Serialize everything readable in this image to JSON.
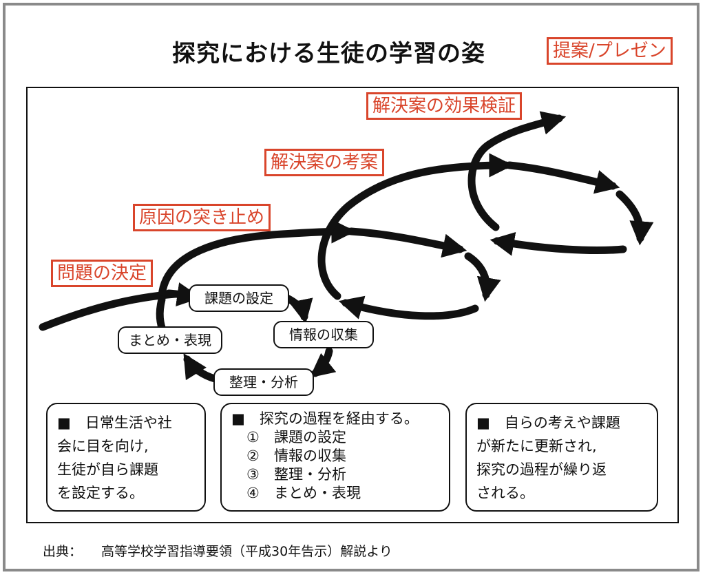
{
  "title": "探究における生徒の学習の姿",
  "labels": {
    "presentation": "提案/プレゼン",
    "effect": "解決案の効果検証",
    "solution": "解決案の考案",
    "cause": "原因の突き止め",
    "problem": "問題の決定"
  },
  "stages": {
    "setting": "課題の設定",
    "collection": "情報の収集",
    "analysis": "整理・分析",
    "summary": "まとめ・表現"
  },
  "notes": {
    "left": {
      "bullet": "■",
      "lines": [
        "日常生活や社",
        "会に目を向け,",
        "生徒が自ら課題",
        "を設定する。"
      ]
    },
    "middle": {
      "bullet": "■",
      "heading": "探究の過程を経由する。",
      "steps": [
        {
          "num": "①",
          "text": "課題の設定"
        },
        {
          "num": "②",
          "text": "情報の収集"
        },
        {
          "num": "③",
          "text": "整理・分析"
        },
        {
          "num": "④",
          "text": "まとめ・表現"
        }
      ]
    },
    "right": {
      "bullet": "■",
      "lines": [
        "自らの考えや課題",
        "が新たに更新され,",
        "探究の過程が繰り返",
        "される。"
      ]
    }
  },
  "source": {
    "prefix": "出典：",
    "text": "高等学校学習指導要領（平成30年告示）解説より"
  },
  "colors": {
    "accent": "#d9452b",
    "frame": "#8a8a8a",
    "ink": "#111111"
  }
}
